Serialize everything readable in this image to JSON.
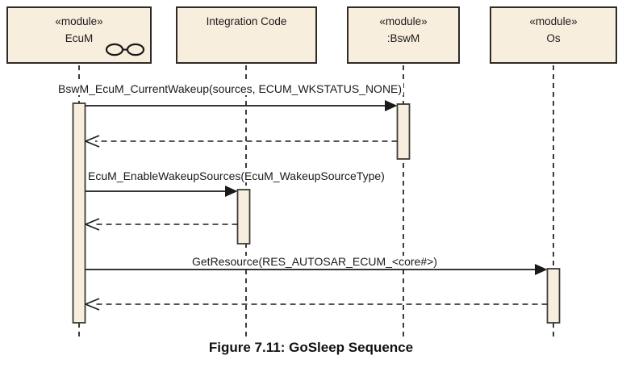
{
  "diagram": {
    "caption": "Figure 7.11: GoSleep Sequence",
    "lifelines": [
      {
        "stereotype": "«module»",
        "name": "EcuM",
        "icon": "linked-circles-icon"
      },
      {
        "stereotype": "",
        "name": "Integration Code",
        "icon": ""
      },
      {
        "stereotype": "«module»",
        "name": ":BswM",
        "icon": ""
      },
      {
        "stereotype": "«module»",
        "name": "Os",
        "icon": ""
      }
    ],
    "messages": [
      {
        "label": "BswM_EcuM_CurrentWakeup(sources, ECUM_WKSTATUS_NONE)",
        "from": "EcuM",
        "to": ":BswM",
        "kind": "sync-call"
      },
      {
        "label": "",
        "from": ":BswM",
        "to": "EcuM",
        "kind": "return"
      },
      {
        "label": "EcuM_EnableWakeupSources(EcuM_WakeupSourceType)",
        "from": "EcuM",
        "to": "Integration Code",
        "kind": "sync-call"
      },
      {
        "label": "",
        "from": "Integration Code",
        "to": "EcuM",
        "kind": "return"
      },
      {
        "label": "GetResource(RES_AUTOSAR_ECUM_<core#>)",
        "from": "EcuM",
        "to": "Os",
        "kind": "sync-call"
      },
      {
        "label": "",
        "from": "Os",
        "to": "EcuM",
        "kind": "return"
      }
    ],
    "colors": {
      "box_fill": "#F8EEDD",
      "box_border": "#2E2B26",
      "line": "#1A1A1A",
      "background": "#FFFFFF"
    }
  }
}
